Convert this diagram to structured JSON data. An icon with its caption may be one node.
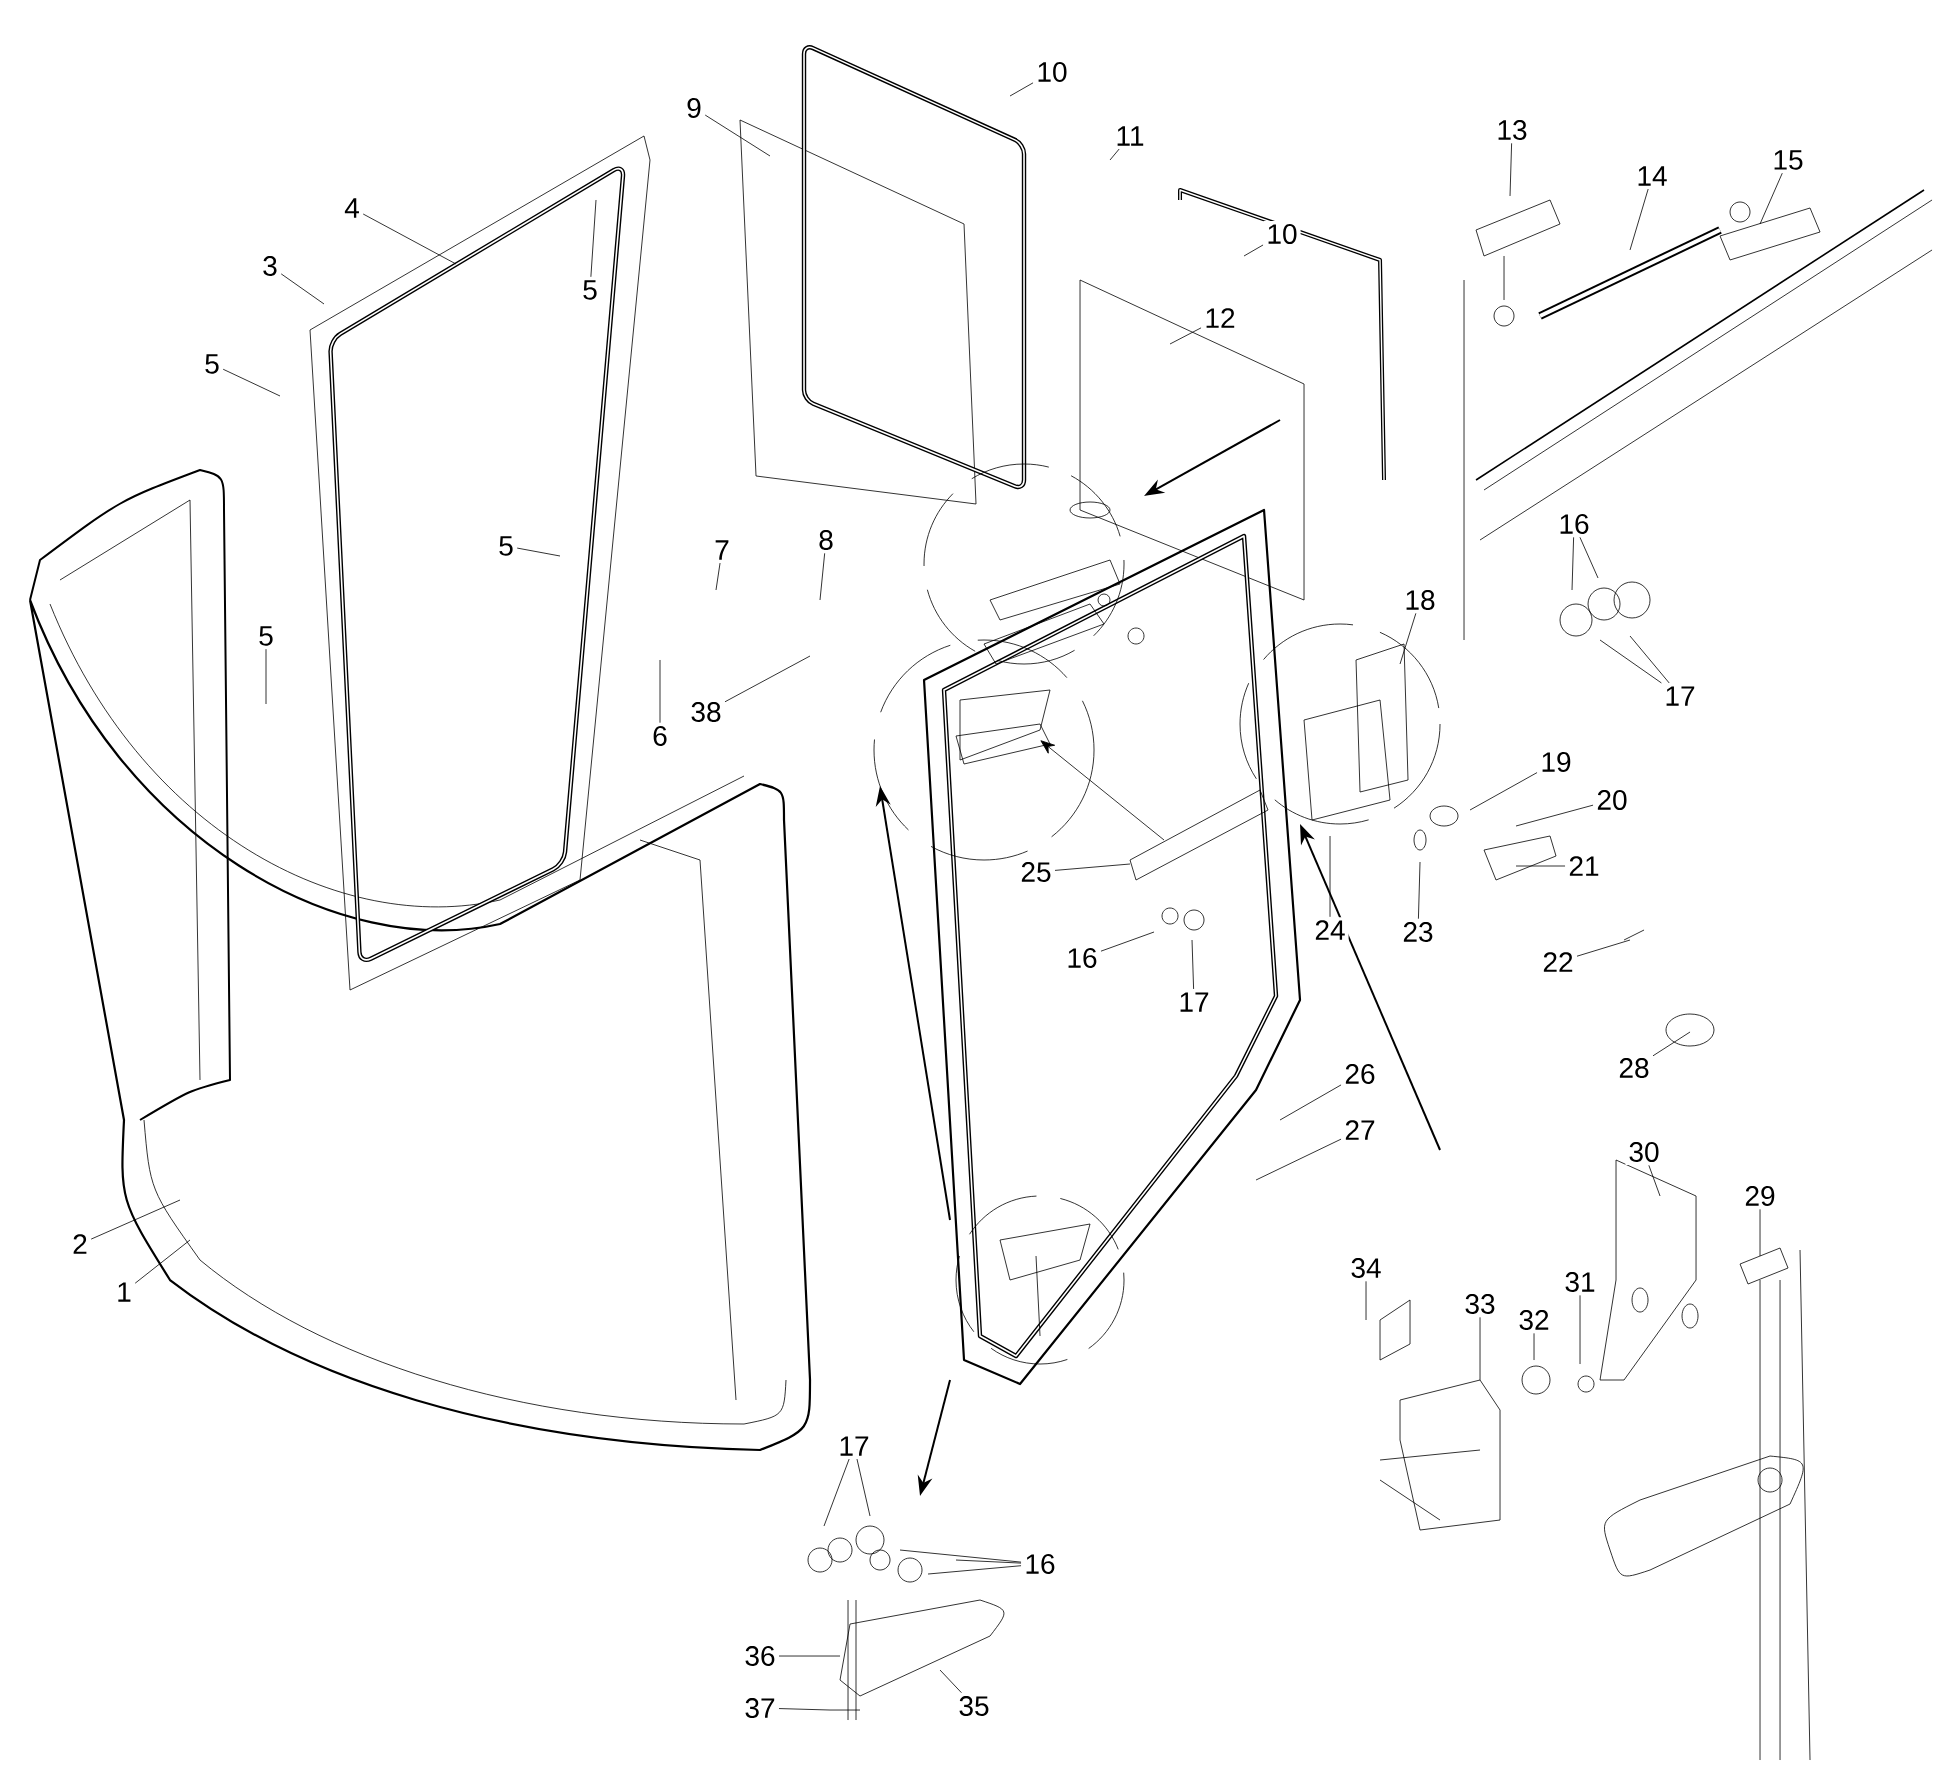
{
  "diagram": {
    "nodes": [
      {
        "text": [
          "10"
        ]
      },
      {
        "text": [
          "9"
        ]
      },
      {
        "text": [
          "11"
        ]
      },
      {
        "text": [
          "13"
        ]
      },
      {
        "text": [
          "15"
        ]
      },
      {
        "text": [
          "14"
        ]
      },
      {
        "text": [
          "4"
        ]
      },
      {
        "text": [
          "10"
        ]
      },
      {
        "text": [
          "3"
        ]
      },
      {
        "text": [
          "5"
        ]
      },
      {
        "text": [
          "12"
        ]
      },
      {
        "text": [
          "5"
        ]
      },
      {
        "text": [
          "16"
        ]
      },
      {
        "text": [
          "8"
        ]
      },
      {
        "text": [
          "5"
        ]
      },
      {
        "text": [
          "7"
        ]
      },
      {
        "text": [
          "18"
        ]
      },
      {
        "text": [
          "5"
        ]
      },
      {
        "text": [
          "17"
        ]
      },
      {
        "text": [
          "38"
        ]
      },
      {
        "text": [
          "6"
        ]
      },
      {
        "text": [
          "19"
        ]
      },
      {
        "text": [
          "20"
        ]
      },
      {
        "text": [
          "21"
        ]
      },
      {
        "text": [
          "25"
        ]
      },
      {
        "text": [
          "24"
        ]
      },
      {
        "text": [
          "23"
        ]
      },
      {
        "text": [
          "16"
        ]
      },
      {
        "text": [
          "22"
        ]
      },
      {
        "text": [
          "17"
        ]
      },
      {
        "text": [
          "28"
        ]
      },
      {
        "text": [
          "26"
        ]
      },
      {
        "text": [
          "27"
        ]
      },
      {
        "text": [
          "30"
        ]
      },
      {
        "text": [
          "29"
        ]
      },
      {
        "text": [
          "2"
        ]
      },
      {
        "text": [
          "34"
        ]
      },
      {
        "text": [
          "31"
        ]
      },
      {
        "text": [
          "1"
        ]
      },
      {
        "text": [
          "33"
        ]
      },
      {
        "text": [
          "32"
        ]
      },
      {
        "text": [
          "17"
        ]
      },
      {
        "text": [
          "16"
        ]
      },
      {
        "text": [
          "36"
        ]
      },
      {
        "text": [
          "35"
        ]
      },
      {
        "text": [
          "37"
        ]
      }
    ],
    "edges": [
      {
        "from": 0,
        "to": null,
        "arrow": "none"
      },
      {
        "from": 1,
        "to": null,
        "arrow": "none"
      },
      {
        "from": 2,
        "to": null,
        "arrow": "none"
      },
      {
        "from": 3,
        "to": null,
        "arrow": "none"
      },
      {
        "from": 4,
        "to": null,
        "arrow": "none"
      },
      {
        "from": 5,
        "to": null,
        "arrow": "none"
      },
      {
        "from": 6,
        "to": null,
        "arrow": "none"
      },
      {
        "from": 7,
        "to": null,
        "arrow": "none"
      },
      {
        "from": 8,
        "to": null,
        "arrow": "none"
      },
      {
        "from": 9,
        "to": null,
        "arrow": "none"
      },
      {
        "from": 10,
        "to": null,
        "arrow": "none"
      },
      {
        "from": 11,
        "to": null,
        "arrow": "none"
      },
      {
        "from": 12,
        "to": null,
        "arrow": "none"
      },
      {
        "from": 12,
        "to": null,
        "arrow": "none"
      },
      {
        "from": 13,
        "to": null,
        "arrow": "none"
      },
      {
        "from": 14,
        "to": null,
        "arrow": "none"
      },
      {
        "from": 15,
        "to": null,
        "arrow": "none"
      },
      {
        "from": 16,
        "to": null,
        "arrow": "none"
      },
      {
        "from": 17,
        "to": null,
        "arrow": "none"
      },
      {
        "from": 18,
        "to": null,
        "arrow": "none"
      },
      {
        "from": 18,
        "to": null,
        "arrow": "none"
      },
      {
        "from": 19,
        "to": null,
        "arrow": "none"
      },
      {
        "from": 20,
        "to": null,
        "arrow": "none"
      },
      {
        "from": 21,
        "to": null,
        "arrow": "none"
      },
      {
        "from": 22,
        "to": null,
        "arrow": "none"
      },
      {
        "from": 23,
        "to": null,
        "arrow": "none"
      },
      {
        "from": 24,
        "to": null,
        "arrow": "none"
      },
      {
        "from": 25,
        "to": null,
        "arrow": "none"
      },
      {
        "from": 26,
        "to": null,
        "arrow": "none"
      },
      {
        "from": 27,
        "to": null,
        "arrow": "none"
      },
      {
        "from": 28,
        "to": null,
        "arrow": "none"
      },
      {
        "from": 29,
        "to": null,
        "arrow": "none"
      },
      {
        "from": 30,
        "to": null,
        "arrow": "none"
      },
      {
        "from": 31,
        "to": null,
        "arrow": "none"
      },
      {
        "from": 32,
        "to": null,
        "arrow": "none"
      },
      {
        "from": 33,
        "to": null,
        "arrow": "none"
      },
      {
        "from": 34,
        "to": null,
        "arrow": "none"
      },
      {
        "from": 35,
        "to": null,
        "arrow": "none"
      },
      {
        "from": 36,
        "to": null,
        "arrow": "none"
      },
      {
        "from": 37,
        "to": null,
        "arrow": "none"
      },
      {
        "from": 38,
        "to": null,
        "arrow": "none"
      },
      {
        "from": 39,
        "to": null,
        "arrow": "none"
      },
      {
        "from": 40,
        "to": null,
        "arrow": "none"
      },
      {
        "from": 41,
        "to": null,
        "arrow": "none"
      },
      {
        "from": 41,
        "to": null,
        "arrow": "none"
      },
      {
        "from": 42,
        "to": null,
        "arrow": "none"
      },
      {
        "from": 42,
        "to": null,
        "arrow": "none"
      },
      {
        "from": 42,
        "to": null,
        "arrow": "none"
      },
      {
        "from": 43,
        "to": null,
        "arrow": "none"
      },
      {
        "from": 44,
        "to": null,
        "arrow": "none"
      },
      {
        "from": 45,
        "to": null,
        "arrow": "none"
      }
    ]
  }
}
